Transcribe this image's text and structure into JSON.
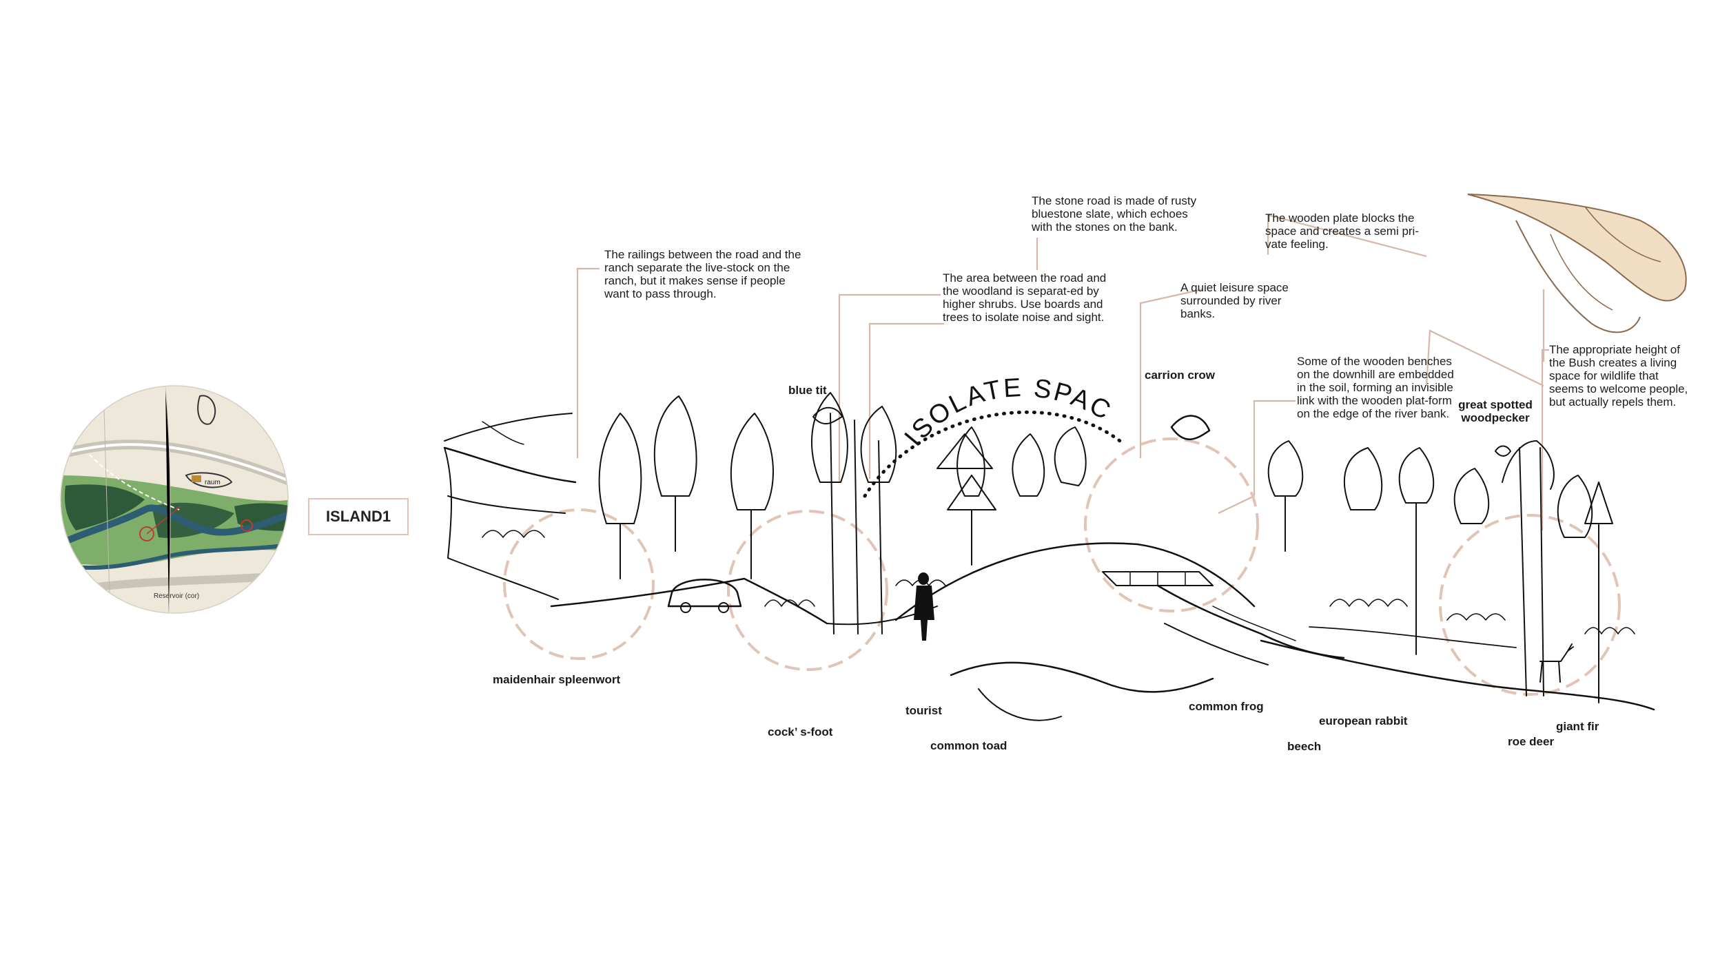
{
  "island_label": "ISLAND1",
  "headline": "ISOLATE SPACE",
  "map": {
    "label_raum": "raum",
    "label_reservoir": "Reservoir (cor)"
  },
  "notes": {
    "railings": "The railings between the road and the ranch separate the live-stock on the ranch, but it makes sense if people want to pass through.",
    "stone_road": "The stone road is made of rusty bluestone slate, which echoes with the stones on the bank.",
    "wooden_plate": "The wooden plate blocks the space and creates a semi pri-vate feeling.",
    "woodland_area": "The area between the road and the woodland is separat-ed by higher shrubs. Use boards and trees to isolate noise and sight.",
    "leisure_space": "A quiet leisure space surrounded by river banks.",
    "wooden_benches": "Some of the wooden benches on the downhill are embedded in the soil, forming an invisible link with the wooden plat-form on the edge of the river bank.",
    "bush_height": "The appropriate height of the Bush creates a living space for wildlife that seems to welcome people, but actually repels them."
  },
  "species": {
    "blue_tit": "blue tit",
    "carrion_crow": "carrion crow",
    "great_spotted_woodpecker": "great spotted woodpecker",
    "maidenhair_spleenwort": "maidenhair spleenwort",
    "cocks_foot": "cock’ s-foot",
    "tourist": "tourist",
    "common_toad": "common toad",
    "common_frog": "common frog",
    "beech": "beech",
    "european_rabbit": "european rabbit",
    "roe_deer": "roe deer",
    "giant_fir": "giant fir"
  },
  "colors": {
    "leader_line": "#d8b7a8",
    "dashed_circle": "#e2c4b6",
    "ink": "#111111",
    "map_green": "#7fae6a",
    "map_dark_green": "#2f5a3a",
    "map_water": "#2c5d73",
    "map_paper": "#efe9dc"
  }
}
